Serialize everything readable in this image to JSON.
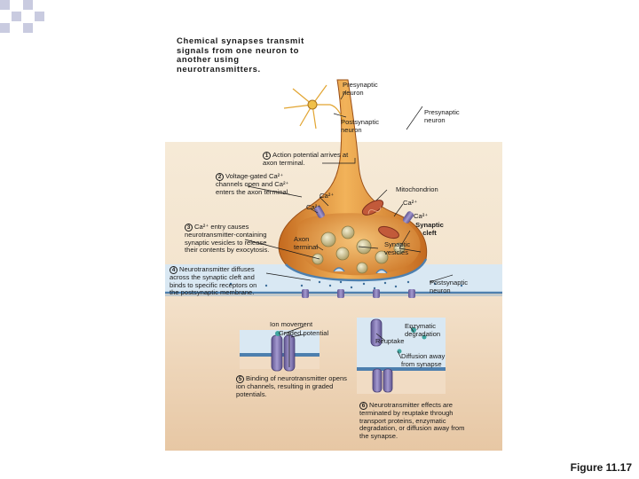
{
  "title": "Chemical synapses transmit signals from one neuron to another using neurotransmitters.",
  "labels": {
    "presynaptic_top": "Presynaptic neuron",
    "postsynaptic_top": "Postsynaptic neuron",
    "presynaptic_right": "Presynaptic neuron",
    "mitochondrion": "Mitochondrion",
    "ca_1": "Ca²⁺",
    "ca_2": "Ca²⁺",
    "ca_3": "Ca²⁺",
    "ca_4": "Ca²⁺",
    "synaptic_cleft": "Synaptic cleft",
    "axon_terminal": "Axon terminal",
    "synaptic_vesicles": "Synaptic vesicles",
    "postsynaptic_right": "Postsynaptic neuron",
    "ion_movement": "Ion movement",
    "graded_potential": "Graded potential",
    "enzymatic_degradation": "Enzymatic degradation",
    "reuptake": "Reuptake",
    "diffusion": "Diffusion away from synapse"
  },
  "steps": [
    {
      "num": "1",
      "text": "Action potential arrives at axon terminal."
    },
    {
      "num": "2",
      "text": "Voltage-gated Ca²⁺ channels open and Ca²⁺ enters the axon terminal."
    },
    {
      "num": "3",
      "text": "Ca²⁺ entry causes neurotransmitter-containing synaptic vesicles to release their contents by exocytosis."
    },
    {
      "num": "4",
      "text": "Neurotransmitter diffuses across the synaptic cleft and binds to specific receptors on the postsynaptic membrane."
    },
    {
      "num": "5",
      "text": "Binding of neurotransmitter opens ion channels, resulting in graded potentials."
    },
    {
      "num": "6",
      "text": "Neurotransmitter effects are terminated by reuptake through transport proteins, enzymatic degradation, or diffusion away from the synapse."
    }
  ],
  "figure": "Figure 11.17",
  "colors": {
    "cytoplasm": "#e8a24a",
    "cleft": "#d8e8f4",
    "postsynaptic": "#f1dcc4",
    "membrane": "#4d7fae",
    "vesicle": "#d8d1a8",
    "receptor": "#7a6fa8",
    "deco": "#c9cbe0"
  }
}
